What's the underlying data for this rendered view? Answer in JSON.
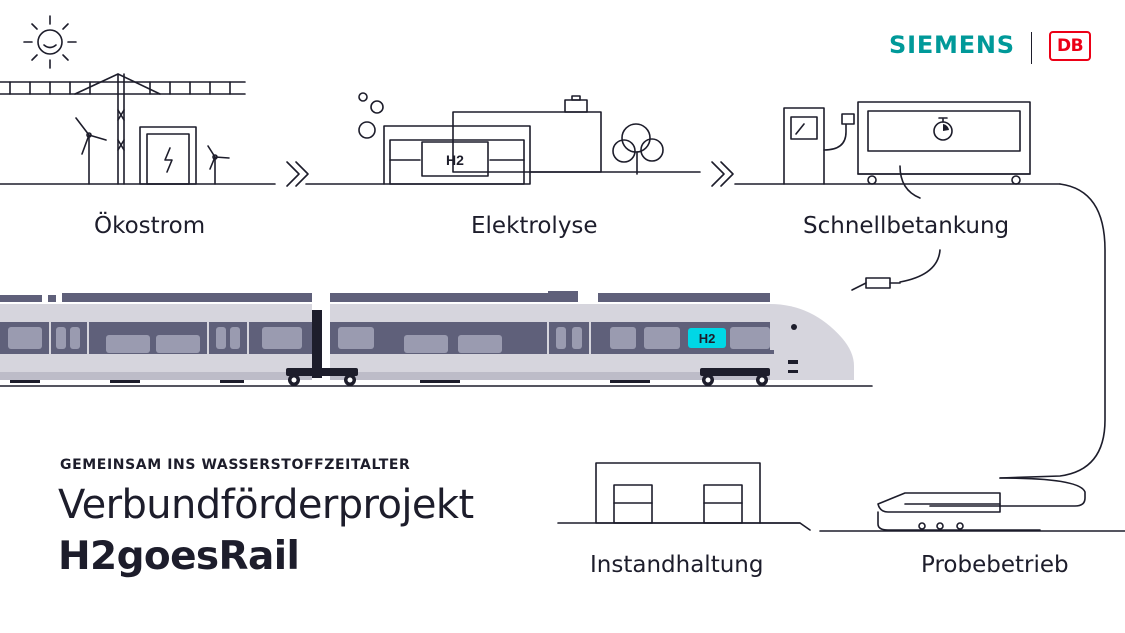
{
  "logos": {
    "siemens": "SIEMENS",
    "db": "DB"
  },
  "steps": {
    "oekostrom": "Ökostrom",
    "elektrolyse": "Elektrolyse",
    "schnellbetankung": "Schnellbetankung",
    "instandhaltung": "Instandhaltung",
    "probebetrieb": "Probebetrieb"
  },
  "illustration": {
    "tank_label": "H2",
    "train_badge": "H2"
  },
  "headline": {
    "kicker": "GEMEINSAM INS WASSERSTOFFZEITALTER",
    "title": "Verbundförderprojekt",
    "project_name": "H2goesRail"
  },
  "colors": {
    "line": "#1d1d2b",
    "siemens_teal": "#009999",
    "db_red": "#ec0016",
    "h2_badge": "#00d7e6",
    "train_body": "#d6d5dd",
    "train_window": "#5f607a",
    "train_glass": "#9a9bb0"
  },
  "icons": [
    "sun-icon",
    "lightning-icon",
    "wind-turbine-icon",
    "bubbles-icon",
    "tree-icon",
    "chevron-right-icon",
    "fuel-pump-icon",
    "stopwatch-icon"
  ]
}
